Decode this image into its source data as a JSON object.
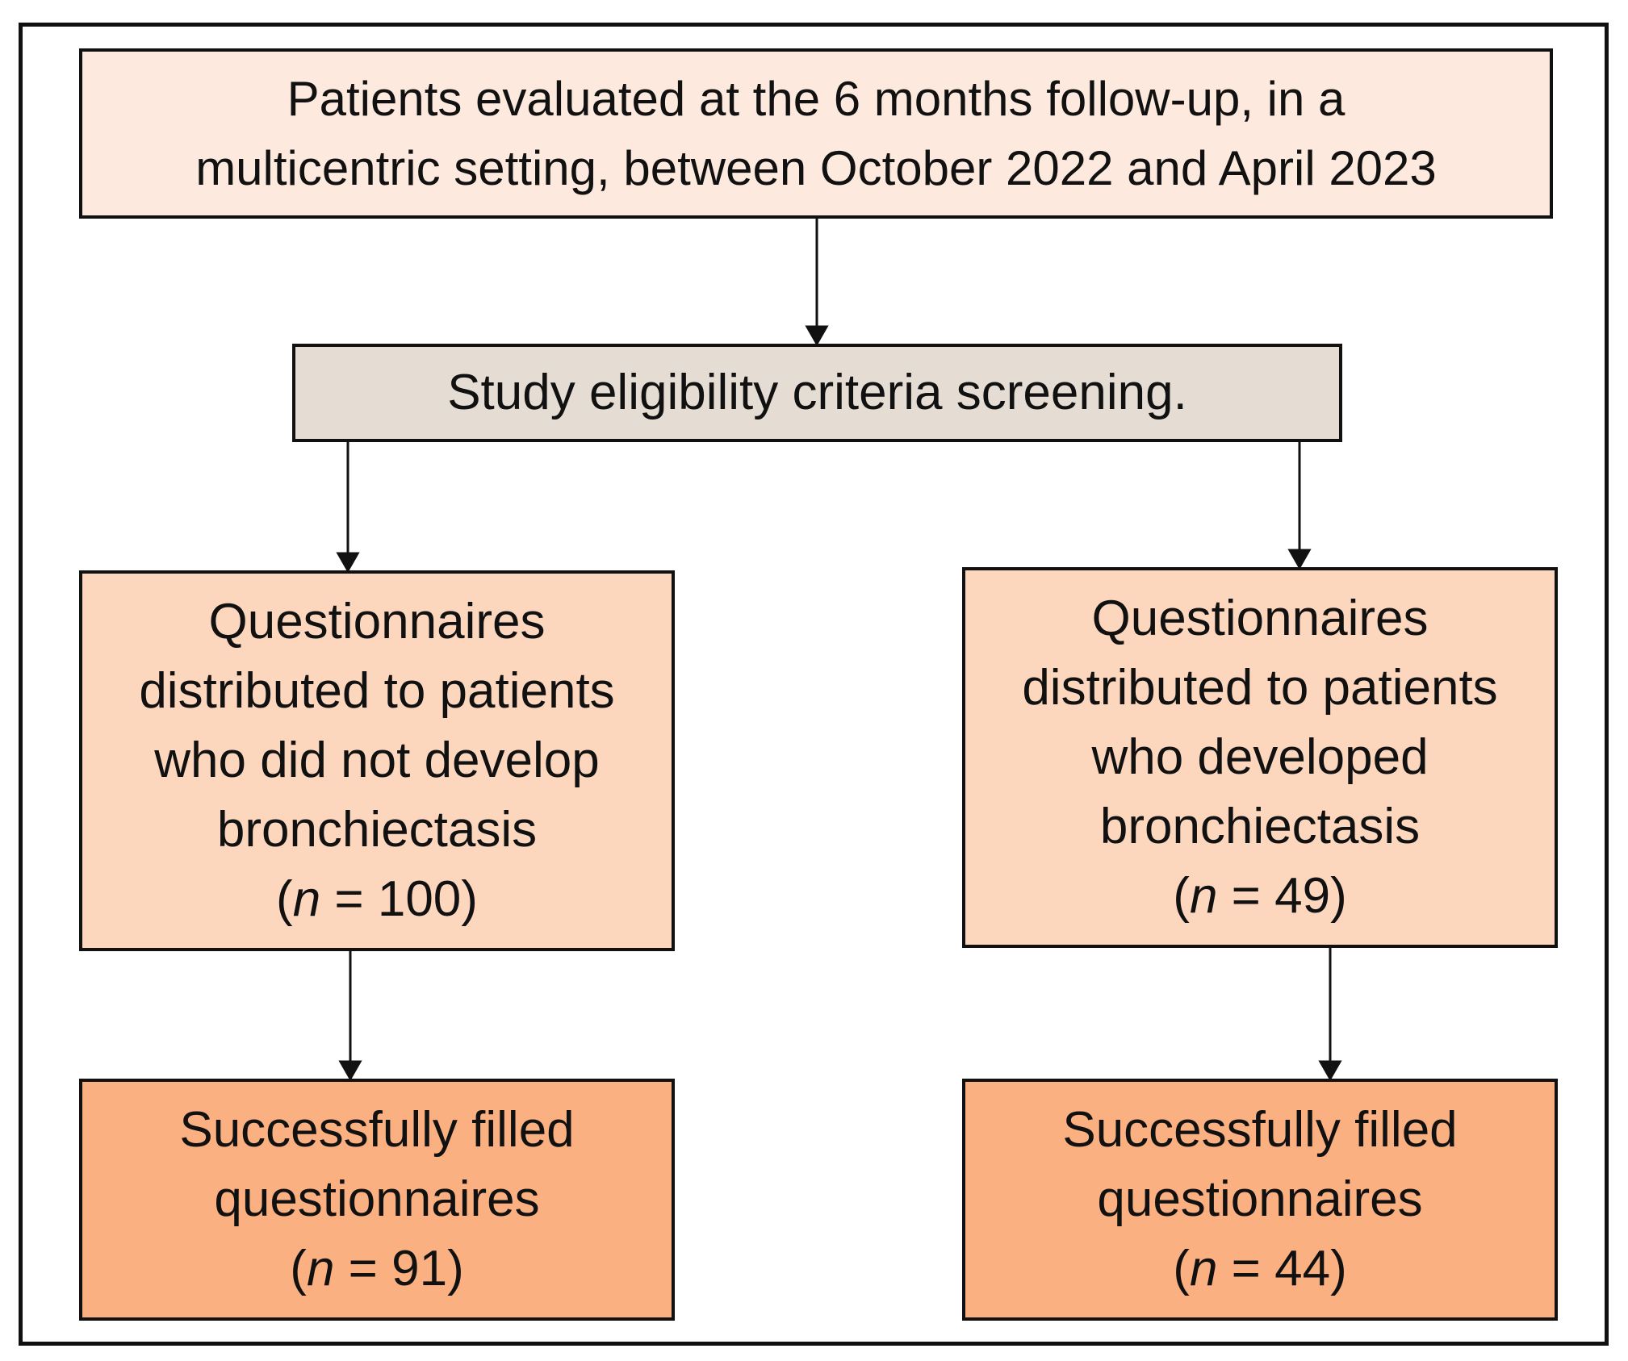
{
  "flowchart": {
    "top_box": {
      "lines": [
        "Patients evaluated at the 6 months follow-up, in a",
        "multicentric setting, between October 2022 and April 2023"
      ]
    },
    "screening_box": {
      "lines": [
        "Study eligibility criteria screening."
      ]
    },
    "left_branch": {
      "distributed": {
        "lines": [
          "Questionnaires",
          "distributed to patients",
          "who did not develop",
          "bronchiectasis"
        ],
        "n_label": "n",
        "n_value": "= 100"
      },
      "filled": {
        "lines": [
          "Successfully filled",
          "questionnaires"
        ],
        "n_label": "n",
        "n_value": "= 91"
      }
    },
    "right_branch": {
      "distributed": {
        "lines": [
          "Questionnaires",
          "distributed to patients",
          "who developed",
          "bronchiectasis"
        ],
        "n_label": "n",
        "n_value": "= 49"
      },
      "filled": {
        "lines": [
          "Successfully filled",
          "questionnaires"
        ],
        "n_label": "n",
        "n_value": "= 44"
      }
    },
    "colors": {
      "top_box_fill": "#fde9dd",
      "screening_fill": "#e5ddd3",
      "distributed_fill": "#fcd6bd",
      "filled_fill": "#fbb081",
      "stroke": "#111111"
    }
  }
}
